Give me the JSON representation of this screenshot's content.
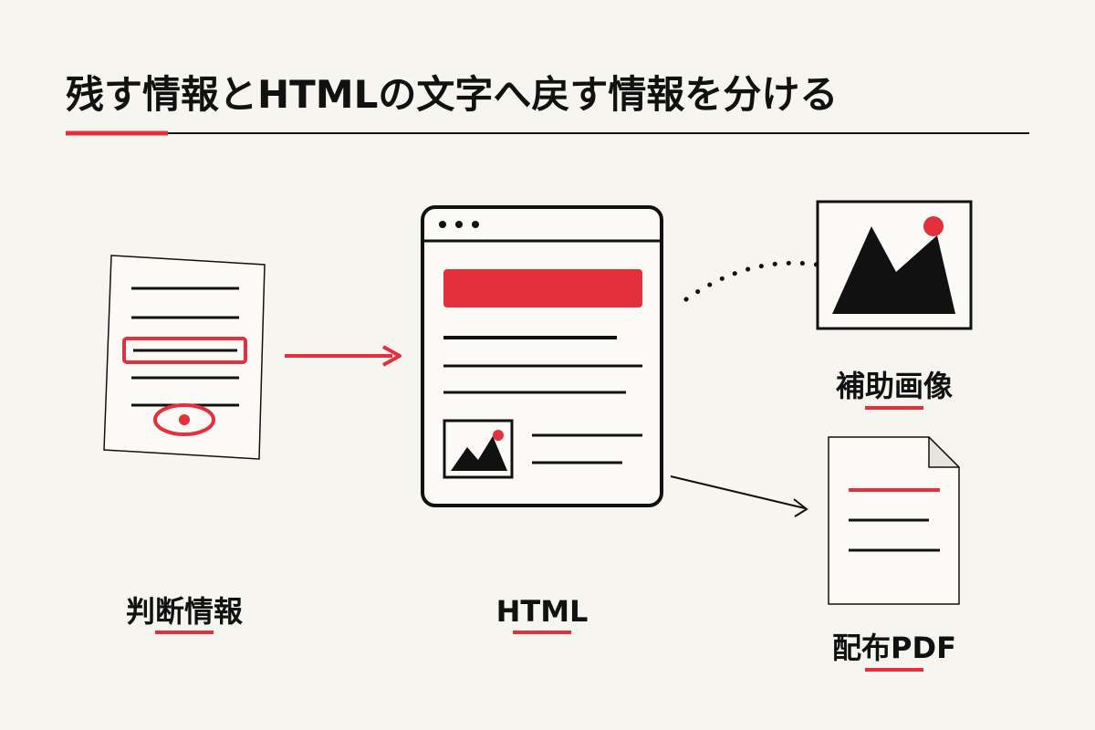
{
  "title": "残す情報とHTMLの文字へ戻す情報を分ける",
  "labels": {
    "judgment": "判断情報",
    "html": "HTML",
    "aux_image": "補助画像",
    "pdf": "配布PDF"
  },
  "colors": {
    "accent": "#e42f3c",
    "ink": "#111111",
    "background": "#f7f5f0"
  },
  "icons": {
    "judgment": "inspected-document-icon",
    "html": "browser-window-icon",
    "aux_image": "image-icon",
    "pdf": "pdf-document-icon"
  }
}
